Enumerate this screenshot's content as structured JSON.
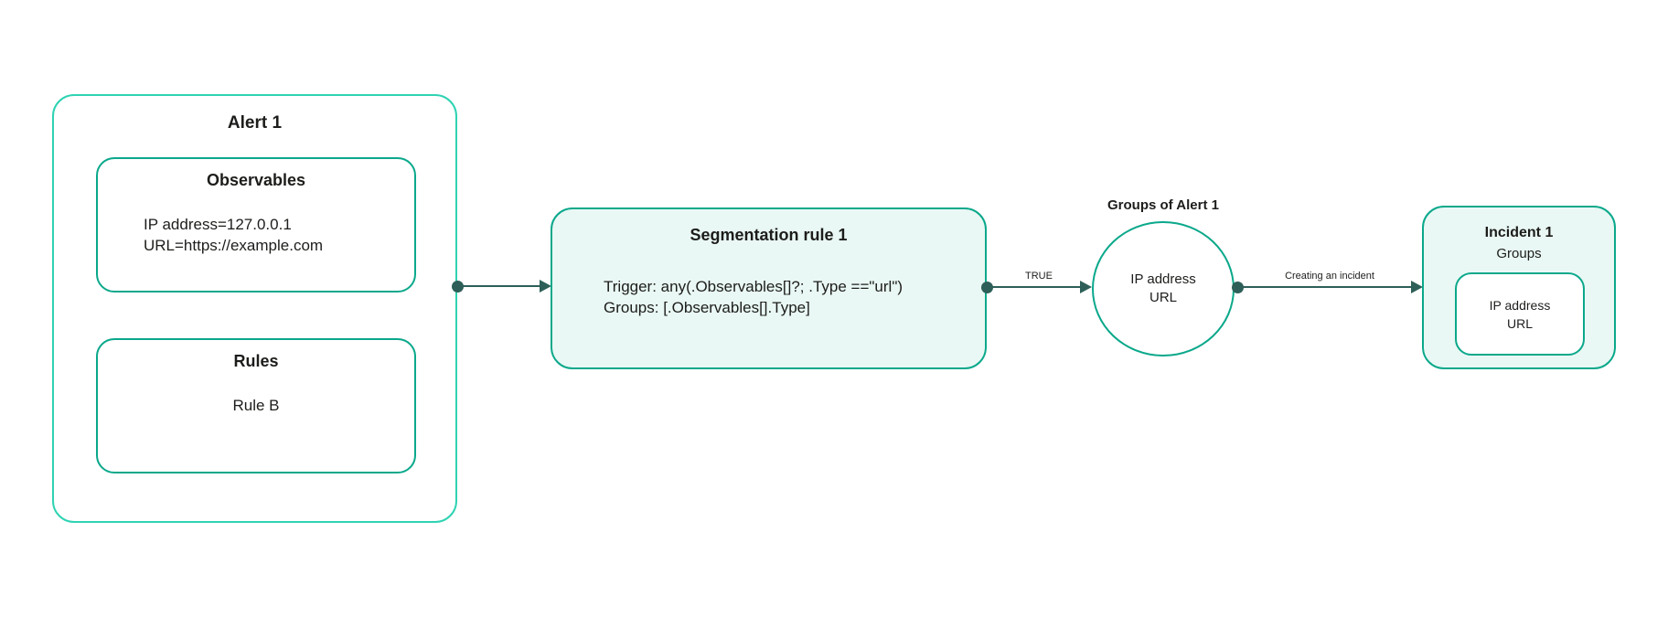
{
  "colors": {
    "mint_border": "#2FD3B3",
    "teal_border": "#0BA88B",
    "box_fill": "#E9F8F4",
    "arrow": "#2D5F58",
    "text": "#1D1D1B",
    "bg": "#FFFFFF"
  },
  "alert": {
    "title": "Alert 1",
    "observables": {
      "title": "Observables",
      "lines": [
        "IP address=127.0.0.1",
        "URL=https://example.com"
      ]
    },
    "rules": {
      "title": "Rules",
      "lines": [
        "Rule B"
      ]
    }
  },
  "segmentation": {
    "title": "Segmentation rule 1",
    "lines": [
      "Trigger: any(.Observables[]?; .Type ==\"url\")",
      "Groups: [.Observables[].Type]"
    ]
  },
  "groups_circle": {
    "title": "Groups of Alert 1",
    "lines": [
      "IP address",
      "URL"
    ]
  },
  "incident": {
    "title": "Incident 1",
    "subtitle": "Groups",
    "group_box": {
      "lines": [
        "IP address",
        "URL"
      ]
    }
  },
  "arrows": {
    "segmentation_to_groups_label": "TRUE",
    "groups_to_incident_label": "Creating an incident"
  }
}
